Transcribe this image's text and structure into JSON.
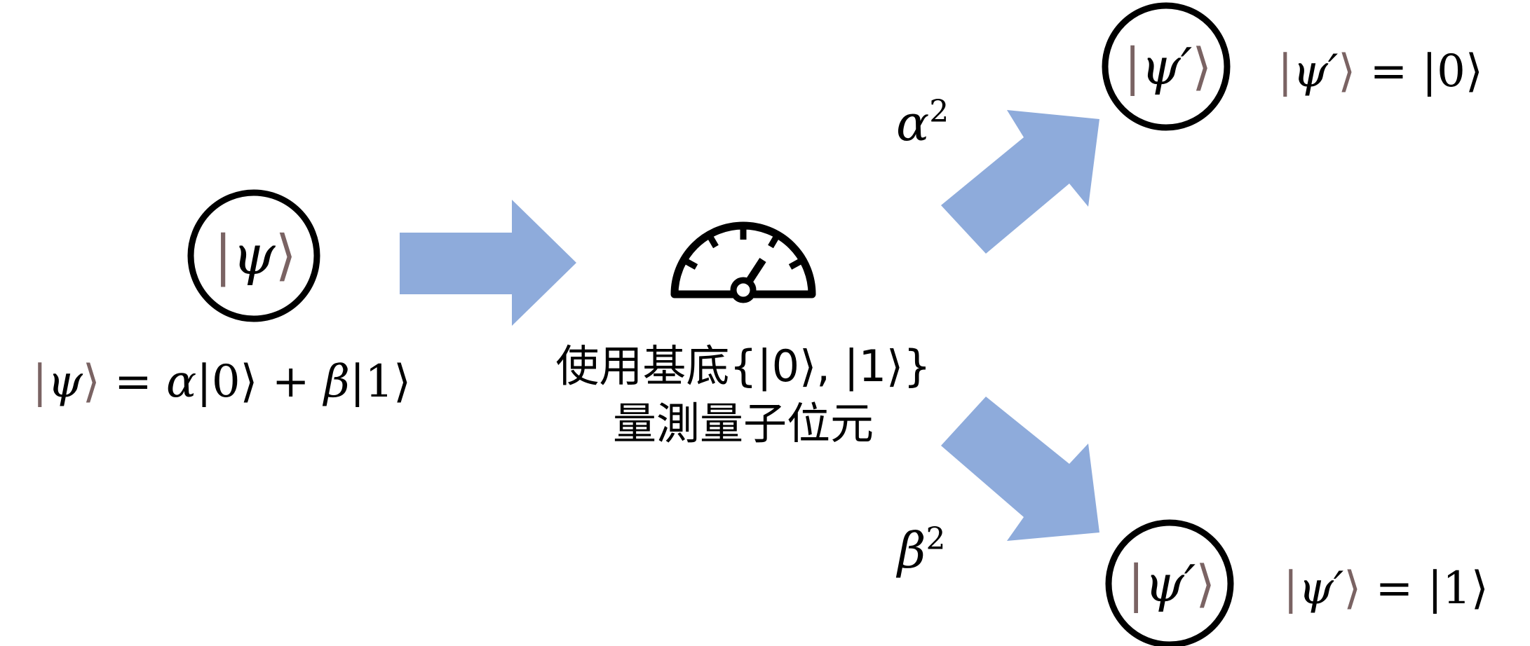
{
  "nodes": {
    "initial_state": {
      "ket": "ψ"
    },
    "state_zero": {
      "ket": "ψ′"
    },
    "state_one": {
      "ket": "ψ′"
    }
  },
  "equations": {
    "superposition": {
      "lhs": "ψ",
      "eq": "=",
      "alpha": "α",
      "ket0": "0",
      "plus": "+",
      "beta": "β",
      "ket1": "1"
    },
    "result_zero": {
      "lhs": "ψ′",
      "eq": "=",
      "rhs": "0"
    },
    "result_one": {
      "lhs": "ψ′",
      "eq": "=",
      "rhs": "1"
    }
  },
  "measurement": {
    "icon": "gauge-meter-icon",
    "line1": "使用基底{|0⟩, |1⟩}",
    "line2": "量測量子位元"
  },
  "probabilities": {
    "upper": {
      "base": "α",
      "exp": "2"
    },
    "lower": {
      "base": "β",
      "exp": "2"
    }
  },
  "colors": {
    "arrow": "#8eabdb",
    "ket_bracket": "#7a6363",
    "stroke": "#000000"
  }
}
